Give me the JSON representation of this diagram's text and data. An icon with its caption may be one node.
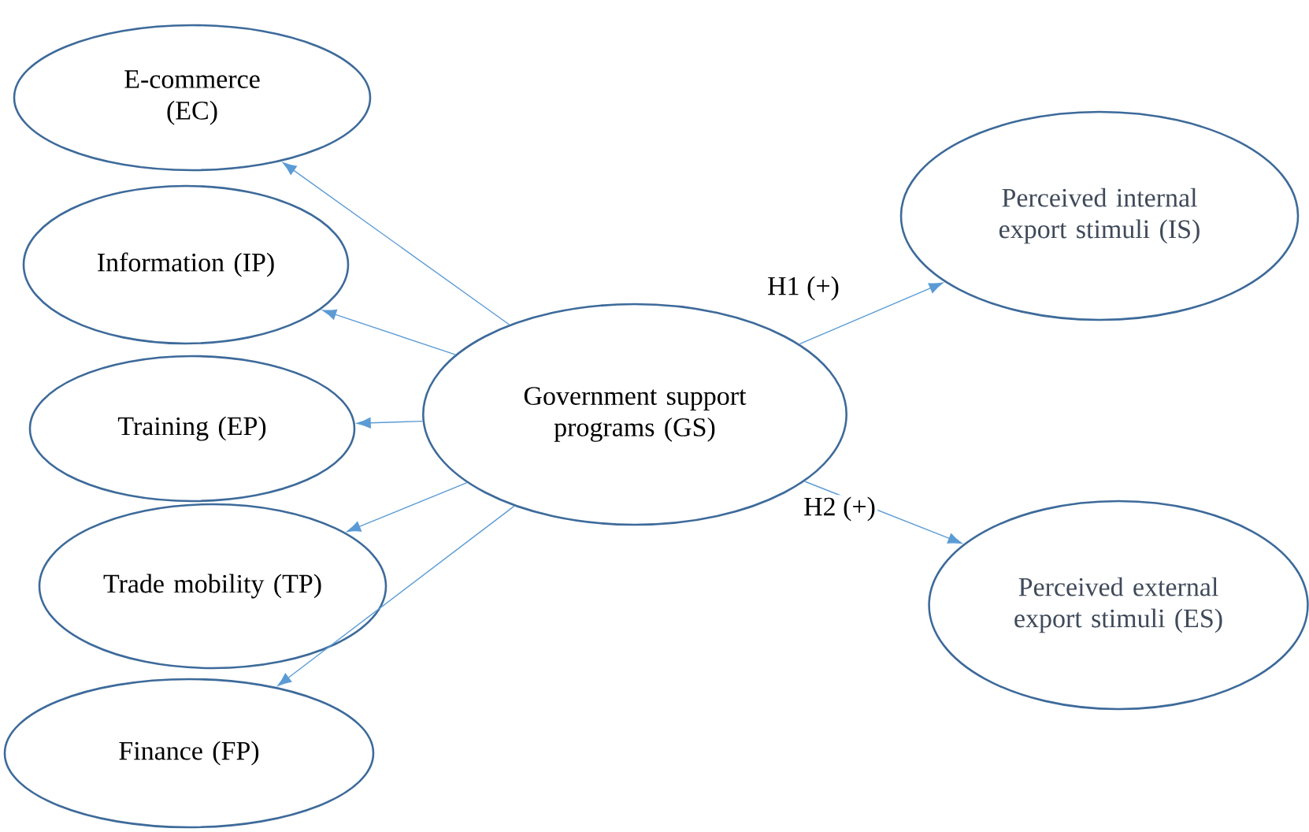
{
  "diagram": {
    "nodes": [
      {
        "text": [
          "E-commerce (EC)"
        ]
      },
      {
        "text": [
          "Information (IP)"
        ]
      },
      {
        "text": [
          "Training (EP)"
        ]
      },
      {
        "text": [
          "Trade mobility (TP)"
        ]
      },
      {
        "text": [
          "Finance (FP)"
        ]
      },
      {
        "text": [
          "Government support programs (GS)"
        ]
      },
      {
        "text": [
          "Perceived internal export stimuli (IS)"
        ]
      },
      {
        "text": [
          "Perceived external export stimuli (ES)"
        ]
      }
    ],
    "edges": [
      {
        "from": 5,
        "to": 0,
        "arrow": "to"
      },
      {
        "from": 5,
        "to": 1,
        "arrow": "to"
      },
      {
        "from": 5,
        "to": 2,
        "arrow": "to"
      },
      {
        "from": 5,
        "to": 3,
        "arrow": "to"
      },
      {
        "from": 5,
        "to": 4,
        "arrow": "to"
      },
      {
        "from": 5,
        "to": 6,
        "arrow": "to",
        "label": "H1 (+)"
      },
      {
        "from": 5,
        "to": 7,
        "arrow": "to",
        "label": "H2 (+)"
      }
    ]
  }
}
